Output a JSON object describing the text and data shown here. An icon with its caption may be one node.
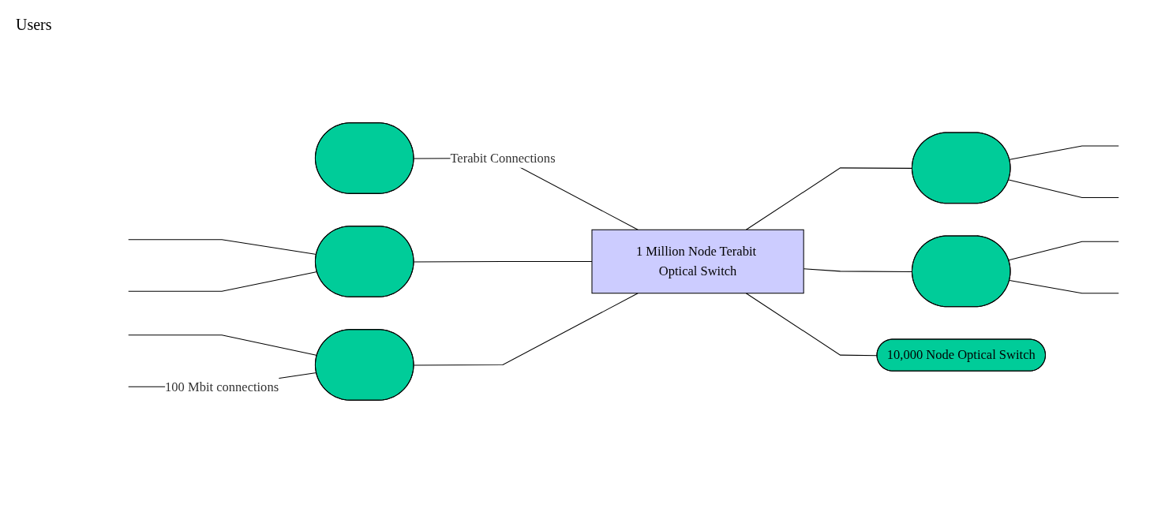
{
  "diagram": {
    "nodes": [
      {
        "text": [],
        "shape": "ellipse"
      },
      {
        "text": [],
        "shape": "ellipse"
      },
      {
        "text": [],
        "shape": "ellipse"
      },
      {
        "text": [
          "1 Million Node Terabit Optical Switch"
        ]
      },
      {
        "text": [],
        "shape": "ellipse"
      },
      {
        "text": [],
        "shape": "ellipse"
      },
      {
        "text": [
          "10,000 Node Optical Switch"
        ]
      }
    ],
    "edges": [
      {
        "from": 0,
        "to": 3,
        "arrow": "none",
        "label": "Terabit Connections"
      },
      {
        "from": 1,
        "to": 3,
        "arrow": "none"
      },
      {
        "from": 3,
        "to": 2,
        "arrow": "none"
      },
      {
        "from": 4,
        "to": 3,
        "arrow": "none"
      },
      {
        "from": 3,
        "to": 5,
        "arrow": "none"
      },
      {
        "from": 3,
        "to": 6,
        "arrow": "none"
      },
      {
        "from": null,
        "to": 1,
        "arrow": "none"
      },
      {
        "from": null,
        "to": 1,
        "arrow": "none"
      },
      {
        "from": 2,
        "to": null,
        "arrow": "none"
      },
      {
        "from": 2,
        "to": null,
        "arrow": "none"
      },
      {
        "from": null,
        "to": 4,
        "arrow": "none"
      },
      {
        "from": null,
        "to": 4,
        "arrow": "none",
        "label": "100 Mbit connections"
      },
      {
        "from": 5,
        "to": null,
        "arrow": "none"
      },
      {
        "from": 5,
        "to": null,
        "arrow": "none"
      }
    ],
    "labels": [
      "Users"
    ]
  }
}
